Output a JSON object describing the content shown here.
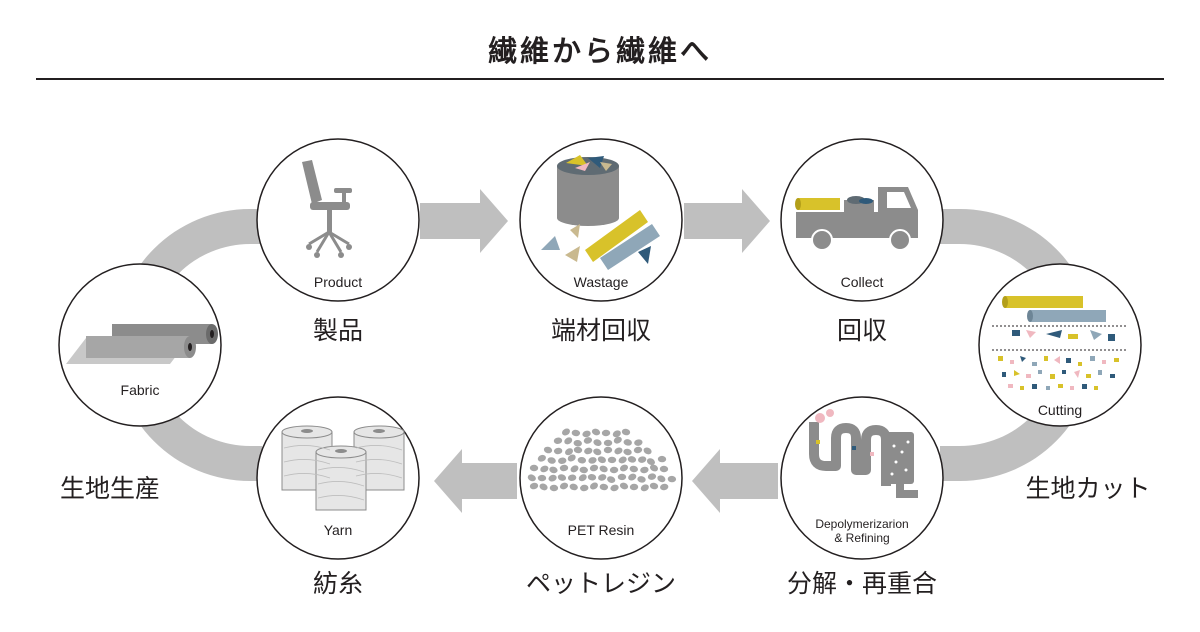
{
  "title": "繊維から繊維へ",
  "steps": {
    "product": {
      "en": "Product",
      "jp": "製品",
      "icon": "office-chair"
    },
    "wastage": {
      "en": "Wastage",
      "jp": "端材回収",
      "icon": "waste-bin-with-fabric"
    },
    "collect": {
      "en": "Collect",
      "jp": "回収",
      "icon": "truck-with-rolls"
    },
    "cutting": {
      "en": "Cutting",
      "jp": "生地カット",
      "icon": "cut-fabric-pieces"
    },
    "depolymerization": {
      "en_line1": "Depolymerizarion",
      "en_line2": "& Refining",
      "jp": "分解・再重合",
      "icon": "refinery-pipes"
    },
    "resin": {
      "en": "PET Resin",
      "jp": "ペットレジン",
      "icon": "resin-pellets"
    },
    "yarn": {
      "en": "Yarn",
      "jp": "紡糸",
      "icon": "yarn-spools"
    },
    "fabric": {
      "en": "Fabric",
      "jp": "生地生産",
      "icon": "fabric-rolls"
    }
  },
  "colors": {
    "arrow": "#bfbfbf",
    "circle_stroke": "#231f20",
    "icon_gray": "#8c8c8c",
    "accent_yellow": "#d8c22a",
    "accent_blue": "#2f5a7a",
    "accent_pink": "#f0b8c0"
  }
}
